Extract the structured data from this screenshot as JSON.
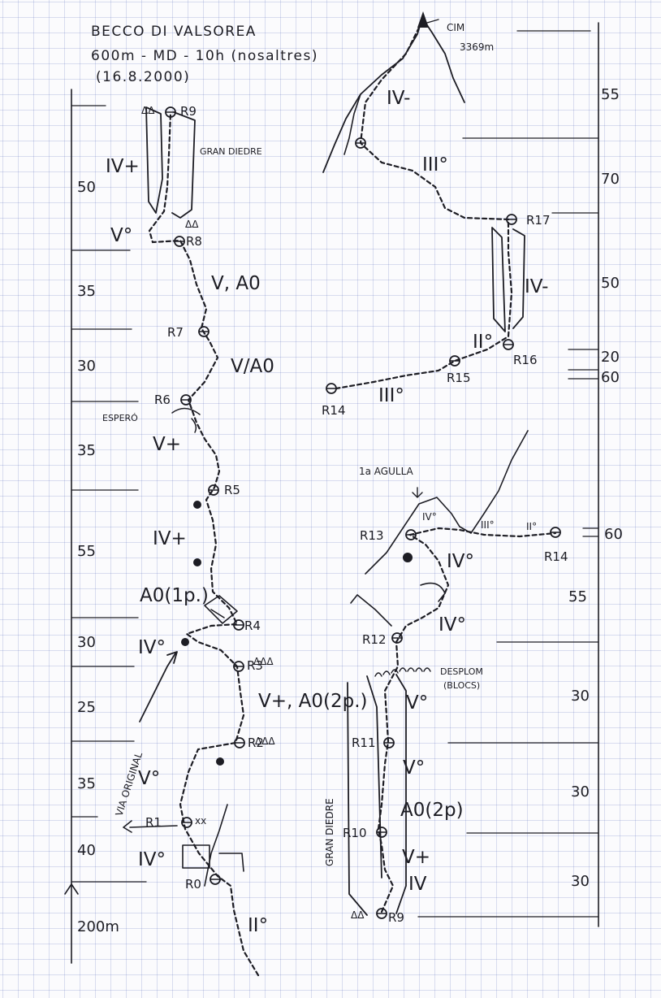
{
  "title": {
    "line1": "BECCO DI VALSOREA",
    "line2": "600m - MD - 10h (nosaltres)",
    "line3": "(16.8.2000)"
  },
  "summit": {
    "label": "CIM",
    "altitude": "3369m"
  },
  "left_scale": [
    "50",
    "35",
    "30",
    "35",
    "55",
    "30",
    "25",
    "35",
    "40"
  ],
  "left_scale_base": "200m",
  "right_scale": [
    "55",
    "70",
    "50",
    "20",
    "60",
    "60",
    "55",
    "30",
    "30",
    "30"
  ],
  "belays": {
    "R0": "R0",
    "R1": "R1",
    "R2": "R2",
    "R3": "R3",
    "R4": "R4",
    "R5": "R5",
    "R6": "R6",
    "R7": "R7",
    "R8": "R8",
    "R9": "R9",
    "R9b": "R9",
    "R10": "R10",
    "R11": "R11",
    "R12": "R12",
    "R13": "R13",
    "R14": "R14",
    "R14b": "R14",
    "R15": "R15",
    "R16": "R16",
    "R17": "R17"
  },
  "grades": {
    "left_approach": "II°",
    "l1": "IV°",
    "l2": "V°",
    "l3": "V+, A0(2p.)",
    "l4": "IV°",
    "l5": "A0(1p.)",
    "l6": "IV+",
    "l7": "V+",
    "l8": "V/A0",
    "l9": "V, A0",
    "l10": "V°",
    "l11": "IV+",
    "m1": "IV",
    "m2": "V+",
    "m3": "A0(2p)",
    "m4": "V°",
    "m5": "V°",
    "m6": "IV°",
    "m7": "IV°",
    "m8": "IV°",
    "m9": "III°",
    "m10": "II°",
    "u1": "III°",
    "u2": "II°",
    "u3": "IV-",
    "u4": "III°",
    "u5": "IV-"
  },
  "notes": {
    "gran_diedre_top": "GRAN DIEDRE",
    "gran_diedre_side": "GRAN DIEDRE",
    "espero": "ESPERÓ",
    "via_original": "VIA ORIGINAL",
    "desplom": "DESPLOM",
    "blocs": "(BLOCS)",
    "agulla": "1a AGULLA",
    "pitons": [
      "ΔΔ",
      "ΔΔ",
      "ΔΔΔ",
      "ΔΔΔ",
      "ΔΔ",
      "xx"
    ]
  }
}
